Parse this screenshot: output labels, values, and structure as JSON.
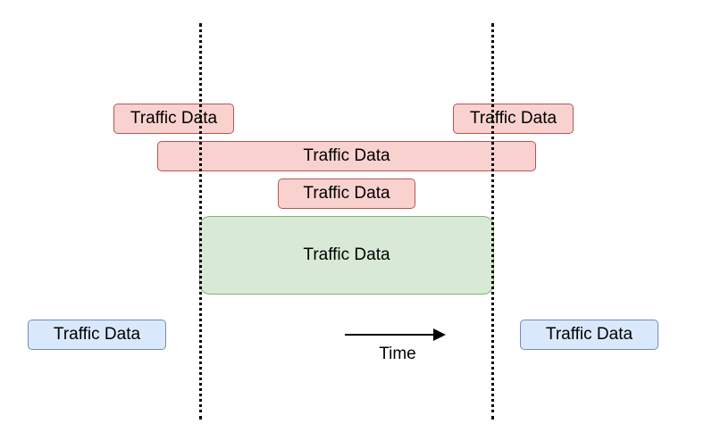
{
  "diagram": {
    "boxes": {
      "red_top_left": "Traffic Data",
      "red_top_right": "Traffic Data",
      "red_wide": "Traffic Data",
      "red_small": "Traffic Data",
      "green_main": "Traffic Data",
      "blue_left": "Traffic Data",
      "blue_right": "Traffic Data"
    },
    "arrow_label": "Time",
    "colors": {
      "red_fill": "#f8cecc",
      "red_stroke": "#b85450",
      "green_fill": "#d5e8d4",
      "green_stroke": "#82b366",
      "blue_fill": "#dae8fc",
      "blue_stroke": "#6c8ebf",
      "line": "#000000"
    }
  }
}
